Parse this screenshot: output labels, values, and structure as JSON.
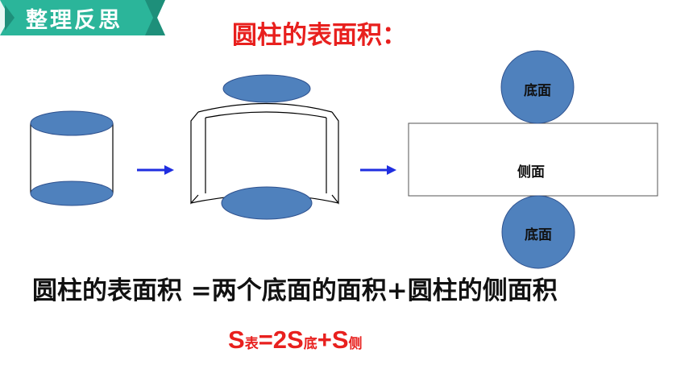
{
  "header": {
    "label": "整理反思",
    "accent_color": "#2bb59a",
    "accent_dark": "#1e8f7a"
  },
  "title": "圆柱的表面积：",
  "net": {
    "top_label": "底面",
    "middle_label": "侧面",
    "bottom_label": "底面",
    "base_fill": "#4f81bd",
    "arrow_color": "#1f2ee0"
  },
  "formula": {
    "text": "圆柱的表面积 =两个底面的面积+圆柱的侧面积",
    "symbol": {
      "s1": "S",
      "sub1": "表",
      "eq": "=2S",
      "sub2": "底",
      "plus": "+S",
      "sub3": "侧"
    }
  }
}
